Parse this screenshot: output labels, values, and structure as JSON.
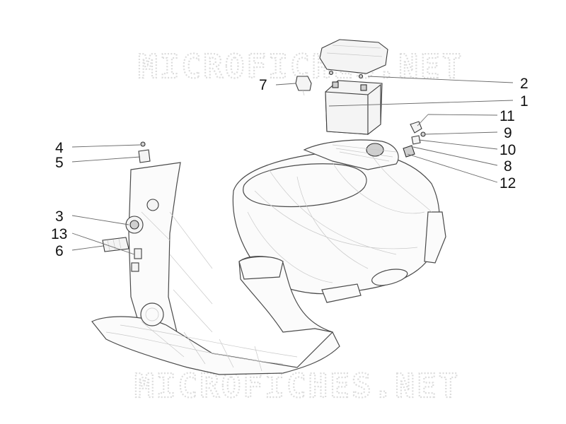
{
  "watermark": "MICROFICHES.NET",
  "callouts": [
    {
      "id": "1",
      "label": "1"
    },
    {
      "id": "2",
      "label": "2"
    },
    {
      "id": "3",
      "label": "3"
    },
    {
      "id": "4",
      "label": "4"
    },
    {
      "id": "5",
      "label": "5"
    },
    {
      "id": "6",
      "label": "6"
    },
    {
      "id": "7",
      "label": "7"
    },
    {
      "id": "8",
      "label": "8"
    },
    {
      "id": "9",
      "label": "9"
    },
    {
      "id": "10",
      "label": "10"
    },
    {
      "id": "11",
      "label": "11"
    },
    {
      "id": "12",
      "label": "12"
    },
    {
      "id": "13",
      "label": "13"
    }
  ],
  "colors": {
    "line": "#3c3c3c",
    "leader": "#6a6a6a",
    "watermark": "#dcdcdc",
    "background": "#ffffff"
  }
}
